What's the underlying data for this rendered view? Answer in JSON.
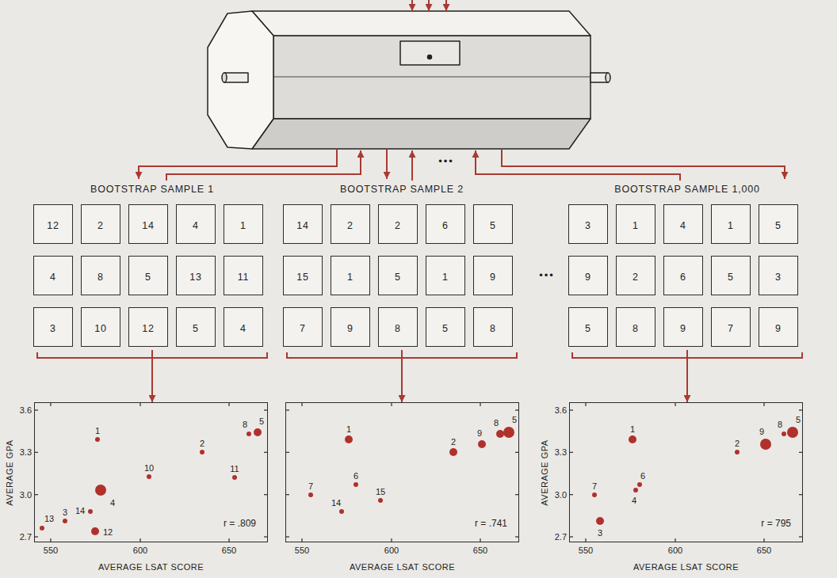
{
  "diagram": {
    "nodes": [
      {
        "text": [
          "BOOTSTRAP SAMPLE 1"
        ]
      },
      {
        "text": [
          "12"
        ],
        "in": 0
      },
      {
        "text": [
          "2"
        ],
        "in": 0
      },
      {
        "text": [
          "14"
        ],
        "in": 0
      },
      {
        "text": [
          "4"
        ],
        "in": 0
      },
      {
        "text": [
          "1"
        ],
        "in": 0
      },
      {
        "text": [
          "4"
        ],
        "in": 0
      },
      {
        "text": [
          "8"
        ],
        "in": 0
      },
      {
        "text": [
          "5"
        ],
        "in": 0
      },
      {
        "text": [
          "13"
        ],
        "in": 0
      },
      {
        "text": [
          "11"
        ],
        "in": 0
      },
      {
        "text": [
          "3"
        ],
        "in": 0
      },
      {
        "text": [
          "10"
        ],
        "in": 0
      },
      {
        "text": [
          "12"
        ],
        "in": 0
      },
      {
        "text": [
          "5"
        ],
        "in": 0
      },
      {
        "text": [
          "4"
        ],
        "in": 0
      },
      {
        "text": [
          "BOOTSTRAP SAMPLE 2"
        ]
      },
      {
        "text": [
          "14"
        ],
        "in": 16
      },
      {
        "text": [
          "2"
        ],
        "in": 16
      },
      {
        "text": [
          "2"
        ],
        "in": 16
      },
      {
        "text": [
          "6"
        ],
        "in": 16
      },
      {
        "text": [
          "5"
        ],
        "in": 16
      },
      {
        "text": [
          "15"
        ],
        "in": 16
      },
      {
        "text": [
          "1"
        ],
        "in": 16
      },
      {
        "text": [
          "5"
        ],
        "in": 16
      },
      {
        "text": [
          "1"
        ],
        "in": 16
      },
      {
        "text": [
          "9"
        ],
        "in": 16
      },
      {
        "text": [
          "7"
        ],
        "in": 16
      },
      {
        "text": [
          "9"
        ],
        "in": 16
      },
      {
        "text": [
          "8"
        ],
        "in": 16
      },
      {
        "text": [
          "5"
        ],
        "in": 16
      },
      {
        "text": [
          "8"
        ],
        "in": 16
      },
      {
        "text": [
          "BOOTSTRAP SAMPLE 1,000"
        ]
      },
      {
        "text": [
          "3"
        ],
        "in": 32
      },
      {
        "text": [
          "1"
        ],
        "in": 32
      },
      {
        "text": [
          "4"
        ],
        "in": 32
      },
      {
        "text": [
          "1"
        ],
        "in": 32
      },
      {
        "text": [
          "5"
        ],
        "in": 32
      },
      {
        "text": [
          "9"
        ],
        "in": 32
      },
      {
        "text": [
          "2"
        ],
        "in": 32
      },
      {
        "text": [
          "6"
        ],
        "in": 32
      },
      {
        "text": [
          "5"
        ],
        "in": 32
      },
      {
        "text": [
          "3"
        ],
        "in": 32
      },
      {
        "text": [
          "5"
        ],
        "in": 32
      },
      {
        "text": [
          "8"
        ],
        "in": 32
      },
      {
        "text": [
          "9"
        ],
        "in": 32
      },
      {
        "text": [
          "7"
        ],
        "in": 32
      },
      {
        "text": [
          "9"
        ],
        "in": 32
      },
      {
        "text": [
          "r = .809"
        ]
      },
      {
        "text": [
          "r = .741"
        ]
      },
      {
        "text": [
          "r = 795"
        ]
      }
    ],
    "edges": [
      {
        "from": 0,
        "to": 48,
        "arrow": "to"
      },
      {
        "from": 16,
        "to": 49,
        "arrow": "to"
      },
      {
        "from": 32,
        "to": 50,
        "arrow": "to"
      }
    ],
    "labels": [
      "•••",
      "•••",
      "1",
      "2",
      "5",
      "8",
      "10",
      "11",
      "4",
      "3",
      "14",
      "13",
      "12",
      "3.6",
      "3.3",
      "3.0",
      "2.7",
      "AVERAGE GPA",
      "550",
      "600",
      "650",
      "AVERAGE LSAT SCORE",
      "1",
      "2",
      "9",
      "8",
      "5",
      "6",
      "15",
      "7",
      "14",
      "550",
      "600",
      "650",
      "AVERAGE LSAT SCORE",
      "1",
      "2",
      "9",
      "8",
      "5",
      "6",
      "4",
      "7",
      "3",
      "3.6",
      "3.3",
      "3.0",
      "2.7",
      "AVERAGE GPA",
      "550",
      "600",
      "650",
      "AVERAGE LSAT SCORE"
    ]
  }
}
